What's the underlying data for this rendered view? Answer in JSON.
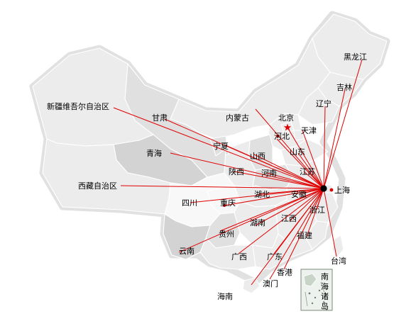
{
  "map": {
    "colors": {
      "region_light": "#ececec",
      "region_mid": "#e0e0e0",
      "region_dark": "#d3d3d3",
      "region_highlight": "#f8f8f8",
      "route": "#e00000",
      "hub": "#000000",
      "city_dot": "#dd0000"
    },
    "hub_label": "上海",
    "capital_marker": "red-star-icon",
    "labels": {
      "heilongjiang": "黑龙江",
      "jilin": "吉林",
      "liaoning": "辽宁",
      "neimenggu": "内蒙古",
      "beijing": "北京",
      "tianjin": "天津",
      "hebei": "河北",
      "shandong": "山东",
      "xinjiang": "新疆维吾尔自治区",
      "gansu": "甘肃",
      "ningxia": "宁夏",
      "qinghai": "青海",
      "shanxi": "山西",
      "shaanxi": "陕西",
      "henan": "河南",
      "jiangsu": "江苏",
      "shanghai": "上海",
      "xizang": "西藏自治区",
      "sichuan": "四川",
      "chongqing": "重庆",
      "hubei": "湖北",
      "anhui": "安徽",
      "zhejiang": "浙江",
      "jiangxi": "江西",
      "hunan": "湖南",
      "guizhou": "贵州",
      "fujian": "福建",
      "yunnan": "云南",
      "guangxi": "广西",
      "guangdong": "广东",
      "taiwan": "台湾",
      "xianggang": "香港",
      "aomen": "澳门",
      "hainan": "海南",
      "nanhai": [
        "南",
        "海",
        "诸",
        "岛"
      ]
    }
  }
}
